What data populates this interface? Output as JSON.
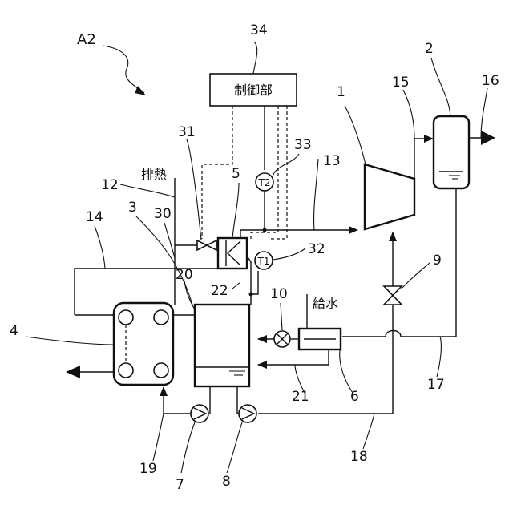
{
  "figure_label": "A2",
  "controller": {
    "label": "制御部"
  },
  "texts": {
    "exhaust_heat": "排熱",
    "feed_water": "給水"
  },
  "sensors": {
    "t1": "T1",
    "t2": "T2"
  },
  "refs": {
    "r1": "1",
    "r2": "2",
    "r3": "3",
    "r4": "4",
    "r5": "5",
    "r6": "6",
    "r7": "7",
    "r8": "8",
    "r9": "9",
    "r10": "10",
    "r12": "12",
    "r13": "13",
    "r14": "14",
    "r15": "15",
    "r16": "16",
    "r17": "17",
    "r18": "18",
    "r19": "19",
    "r20": "20",
    "r21": "21",
    "r22": "22",
    "r30": "30",
    "r31": "31",
    "r32": "32",
    "r33": "33",
    "r34": "34"
  }
}
